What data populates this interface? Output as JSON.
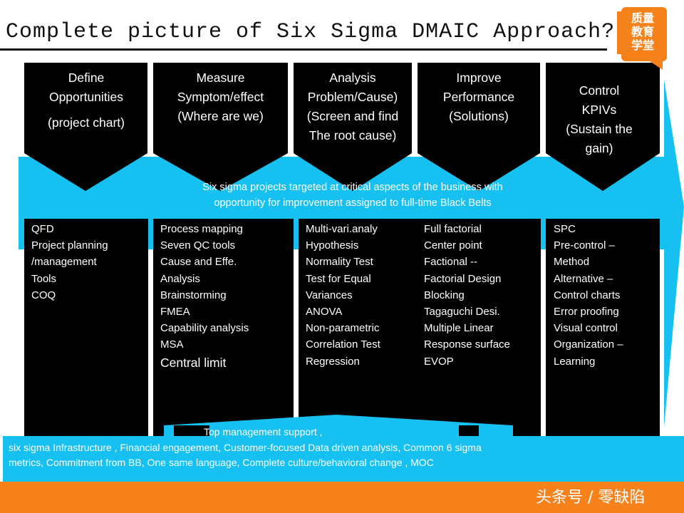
{
  "title": "Complete picture of Six Sigma DMAIC Approach?",
  "logo": {
    "line1": "质量",
    "line2": "教育",
    "line3": "学堂"
  },
  "band": {
    "line1": "Six sigma projects targeted at critical aspects of the business with",
    "line2": "opportunity for improvement assigned to full-time Black Belts"
  },
  "phases": [
    {
      "lines": [
        "Define",
        "Opportunities",
        "(project chart)"
      ]
    },
    {
      "lines": [
        "Measure",
        "Symptom/effect",
        "(Where are we)"
      ]
    },
    {
      "lines": [
        "Analysis",
        "Problem/Cause)",
        "(Screen and find",
        "The root cause)"
      ]
    },
    {
      "lines": [
        "Improve",
        "Performance",
        "(Solutions)"
      ]
    },
    {
      "lines": [
        "Control",
        "KPIVs",
        "(Sustain the",
        "gain)"
      ]
    }
  ],
  "tools": {
    "define": [
      "QFD",
      "Project planning",
      "/management",
      "Tools",
      "COQ"
    ],
    "measure": [
      "Process mapping",
      "Seven QC tools",
      "Cause and Effe.",
      "Analysis",
      "Brainstorming",
      "FMEA",
      "Capability analysis",
      "MSA",
      "Central limit"
    ],
    "analyze": [
      "Multi-vari.analy",
      "Hypothesis",
      "Normality Test",
      "Test for Equal",
      "Variances",
      "ANOVA",
      "Non-parametric",
      "Correlation Test",
      "Regression"
    ],
    "improve": [
      "Full factorial",
      "Center point",
      "Factional --",
      "Factorial Design",
      "Blocking",
      "Tagaguchi Desi.",
      "Multiple Linear",
      "Response surface",
      "EVOP"
    ],
    "control": [
      "SPC",
      "Pre-control –",
      "Method",
      "Alternative –",
      "Control charts",
      "Error proofing",
      "Visual control",
      "Organization –",
      "Learning"
    ]
  },
  "bottom": {
    "line1": "Top management support ,",
    "line2": "six sigma Infrastructure , Financial engagement, Customer-focused Data driven analysis, Common 6 sigma",
    "line3": "metrics, Commitment from BB, One same language, Complete culture/behavioral change , MOC"
  },
  "footer": "头条号 / 零缺陷",
  "colors": {
    "cyan": "#16c0f0",
    "black": "#000000",
    "orange": "#f7821b"
  }
}
